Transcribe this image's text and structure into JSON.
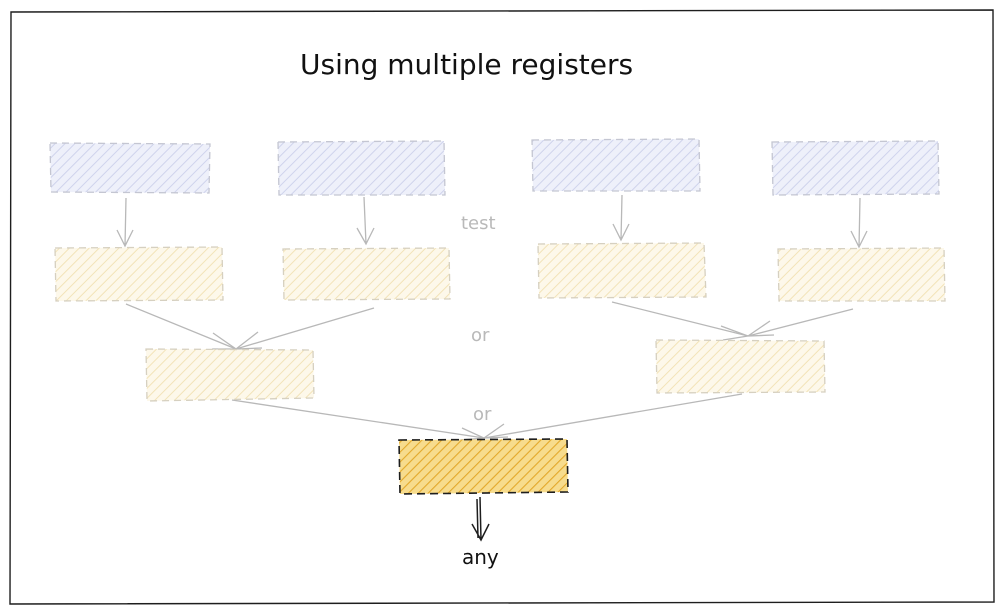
{
  "title": "Using multiple registers",
  "labels": {
    "test": "test",
    "or_upper": "or",
    "or_lower": "or",
    "output": "any"
  },
  "colors": {
    "source_fill": "#e6e8f6",
    "source_stroke": "#c4c6d2",
    "test_fill": "#fbf3dd",
    "test_stroke": "#d6d0c0",
    "result_fill": "#f1c65a",
    "result_stroke": "#1e1e1e",
    "connector": "#b8b8b8",
    "frame": "#1e1e1e"
  }
}
